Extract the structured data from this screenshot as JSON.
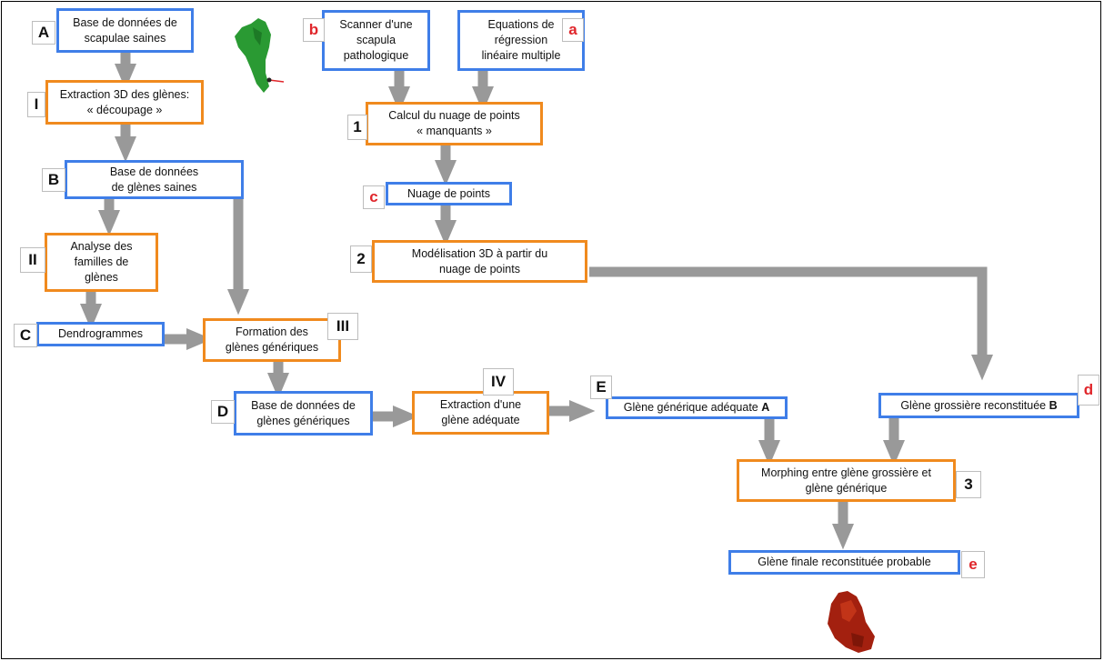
{
  "boxes": {
    "A_box": "Base de données de\nscapulae saines",
    "I_box": "Extraction 3D des glènes:\n« découpage »",
    "B_box": "Base de données\nde glènes saines",
    "II_box": "Analyse des\nfamilles de\nglènes",
    "C_box": "Dendrogrammes",
    "III_box": "Formation des\nglènes génériques",
    "D_box": "Base de données de\nglènes génériques",
    "IV_box": "Extraction d'une\nglène adéquate",
    "E_box": "Glène générique adéquate",
    "E_box_bold": "A",
    "b_box": "Scanner d'une\nscapula\npathologique",
    "a_box": "Equations de\nrégression\nlinéaire multiple",
    "one_box": "Calcul du nuage de points\n« manquants »",
    "c_box": "Nuage de points",
    "two_box": "Modélisation 3D à partir du\nnuage de points",
    "d_box": "Glène grossière reconstituée",
    "d_box_bold": "B",
    "three_box": "Morphing entre glène grossière et\nglène générique",
    "e_box": "Glène finale reconstituée probable"
  },
  "tags": {
    "A": "A",
    "I": "I",
    "B": "B",
    "II": "II",
    "C": "C",
    "III": "III",
    "D": "D",
    "IV": "IV",
    "E": "E",
    "b": "b",
    "a": "a",
    "one": "1",
    "c": "c",
    "two": "2",
    "d": "d",
    "three": "3",
    "e": "e"
  },
  "colors": {
    "blue": "#3f7ee8",
    "orange": "#f08a1e",
    "arrow": "#999999",
    "red_tag": "#e0262b",
    "scapula_green": "#2a9a33",
    "glene_red": "#a3200f"
  }
}
